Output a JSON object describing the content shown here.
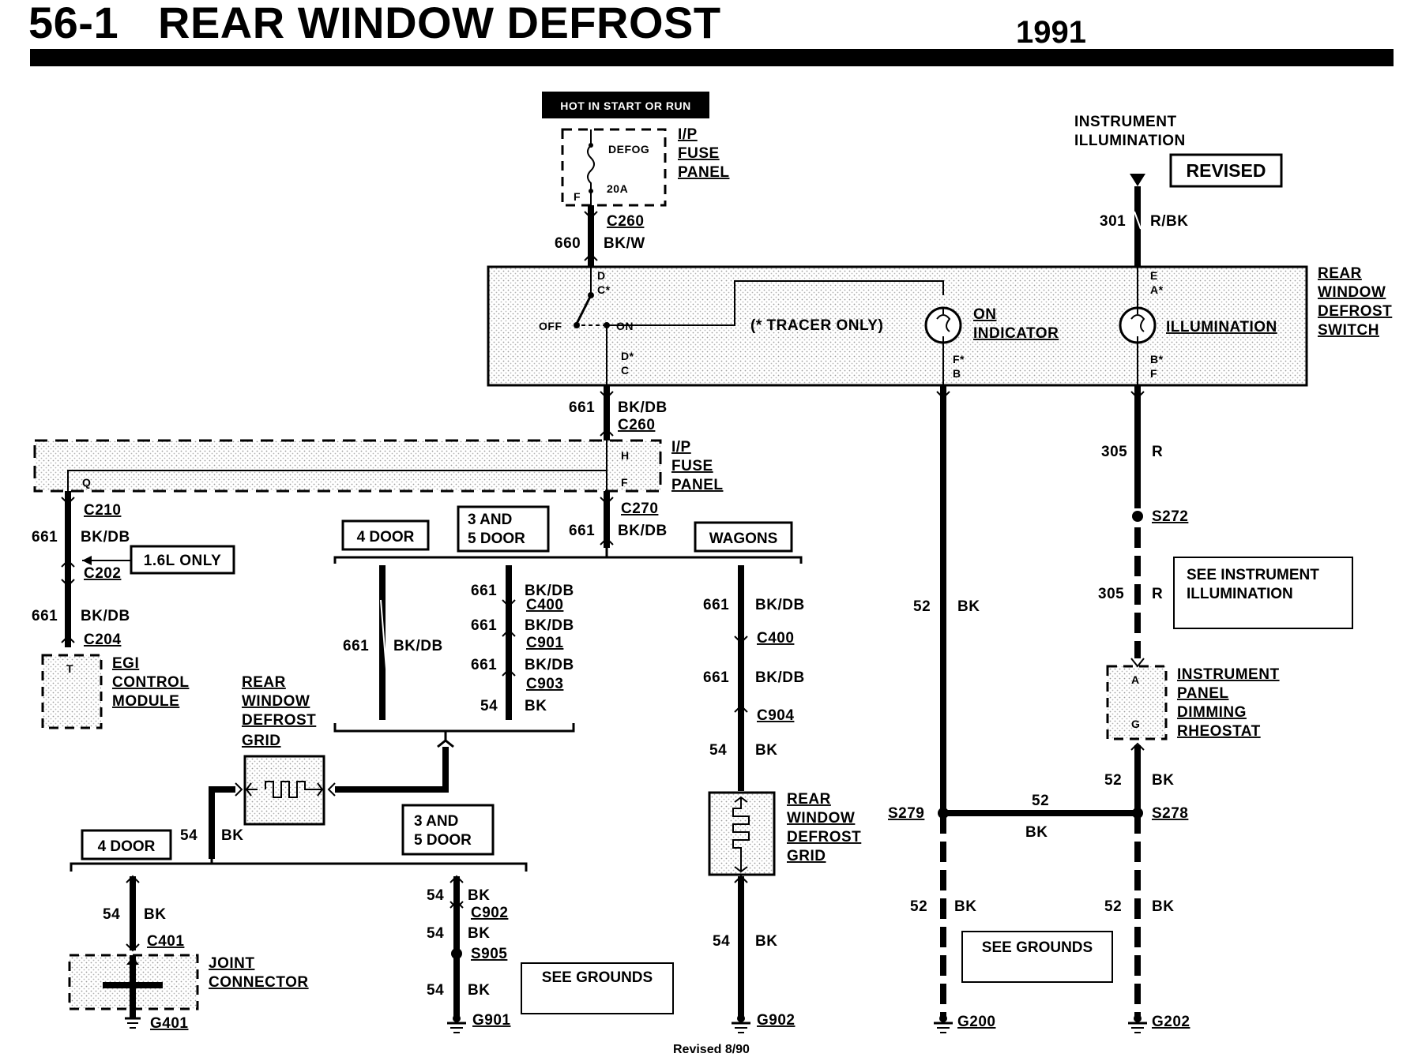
{
  "header": {
    "page_number": "56-1",
    "title": "REAR WINDOW DEFROST",
    "year": "1991"
  },
  "power": {
    "hot_label": "HOT IN START OR RUN",
    "fuse_name": "DEFOG",
    "fuse_rating": "20A",
    "fuse_pin": "F",
    "fuse_panel_label": [
      "I/P",
      "FUSE",
      "PANEL"
    ],
    "connector_c260": "C260",
    "circuit_660": "660",
    "color_bkw": "BK/W"
  },
  "illum_source": {
    "label": [
      "INSTRUMENT",
      "ILLUMINATION"
    ],
    "stamp": "REVISED",
    "circuit": "301",
    "color": "R/BK"
  },
  "switch": {
    "name": [
      "REAR",
      "WINDOW",
      "DEFROST",
      "SWITCH"
    ],
    "pin_d": "D",
    "pin_c_star": "C*",
    "off": "OFF",
    "on": "ON",
    "pin_d_star": "D*",
    "pin_c": "C",
    "tracer_note": "(* TRACER ONLY)",
    "on_indicator": [
      "ON",
      "INDICATOR"
    ],
    "pin_f_star": "F*",
    "pin_b": "B",
    "illumination": "ILLUMINATION",
    "pin_e": "E",
    "pin_a_star": "A*",
    "pin_b_star": "B*",
    "pin_f": "F"
  },
  "mid": {
    "circuit_661": "661",
    "color_bkdb": "BK/DB",
    "connector_c260": "C260",
    "fuse_panel2": [
      "I/P",
      "FUSE",
      "PANEL"
    ],
    "pin_h": "H",
    "pin_f": "F",
    "pin_q": "Q",
    "connector_c270": "C270"
  },
  "egi": {
    "connector_c210": "C210",
    "option_1_6l": "1.6L ONLY",
    "connector_c202": "C202",
    "connector_c204": "C204",
    "pin_t": "T",
    "module": [
      "EGI",
      "CONTROL",
      "MODULE"
    ]
  },
  "variants": {
    "four_door": "4 DOOR",
    "three_five_door": [
      "3 AND",
      "5 DOOR"
    ],
    "wagons": "WAGONS",
    "c400": "C400",
    "c901": "C901",
    "c903": "C903",
    "c904": "C904",
    "c902": "C902",
    "circuit_54": "54",
    "color_bk": "BK"
  },
  "grid_lower": {
    "name": [
      "REAR",
      "WINDOW",
      "DEFROST",
      "GRID"
    ]
  },
  "grid_wagon": {
    "name": [
      "REAR",
      "WINDOW",
      "DEFROST",
      "GRID"
    ]
  },
  "joint": {
    "c401": "C401",
    "name": [
      "JOINT",
      "CONNECTOR"
    ],
    "g401": "G401"
  },
  "grounds": {
    "s905": "S905",
    "g901": "G901",
    "g902": "G902",
    "g200": "G200",
    "g202": "G202",
    "see_grounds": "SEE GROUNDS"
  },
  "right": {
    "circuit_305": "305",
    "color_r": "R",
    "splice_s272": "S272",
    "see_illum": [
      "SEE INSTRUMENT",
      "ILLUMINATION"
    ],
    "rheostat": [
      "INSTRUMENT",
      "PANEL",
      "DIMMING",
      "RHEOSTAT"
    ],
    "pin_a": "A",
    "pin_g": "G",
    "circuit_52": "52",
    "color_bk": "BK",
    "splice_s279": "S279",
    "splice_s278": "S278"
  },
  "footer": {
    "revised": "Revised 8/90"
  }
}
